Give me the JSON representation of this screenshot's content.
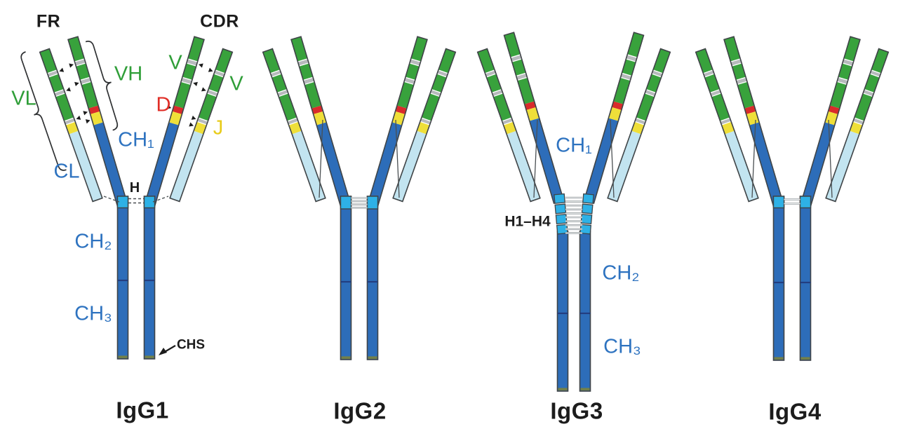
{
  "figure": {
    "molecule_names": [
      "IgG1",
      "IgG2",
      "IgG3",
      "IgG4"
    ],
    "igg1": {
      "fr": "FR",
      "cdr": "CDR",
      "vl": "VL",
      "vh": "VH",
      "v_heavy": "V",
      "v_light": "V",
      "d": "D",
      "j": "J",
      "ch1": "CH₁",
      "cl": "CL",
      "h": "H",
      "ch2": "CH₂",
      "ch3": "CH₃",
      "chs": "CHS"
    },
    "igg3": {
      "ch1": "CH₁",
      "h1_h4": "H1–H4",
      "ch2": "CH₂",
      "ch3": "CH₃"
    },
    "colors": {
      "variable_green": "#38a23c",
      "cdr_gray": "#b7babc",
      "d_red": "#d92b2b",
      "j_yellow": "#efdf39",
      "heavy_blue": "#2d6db9",
      "light_blue": "#c2e4f0",
      "hinge_cyan": "#2eb1e6",
      "chs_olive": "#72804a",
      "outline": "#3f4447",
      "domain_divider": "#233e80",
      "bond_gray": "#9aa0a3",
      "bond_dark": "#4a4f52",
      "label_blue": "#2e73c0",
      "label_green": "#2f9e38",
      "label_red": "#e02d26",
      "label_yellow": "#e8cc1b",
      "label_black": "#1c1c1c"
    }
  }
}
